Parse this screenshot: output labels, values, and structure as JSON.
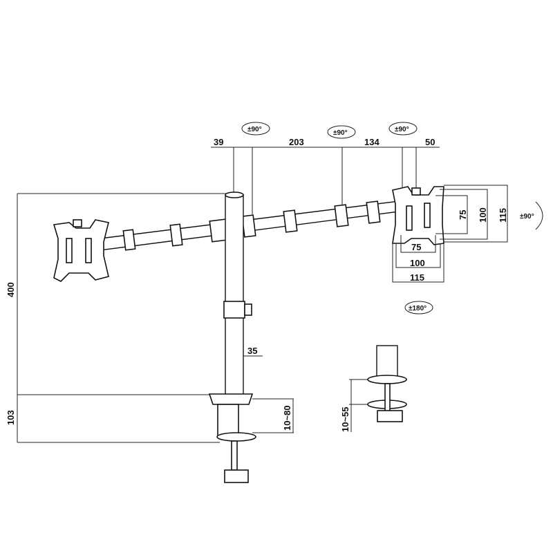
{
  "title": "Dual monitor desk mount dimension drawing",
  "arm_dimensions": [
    "39",
    "203",
    "134",
    "50"
  ],
  "rotations": {
    "joint1": "±90°",
    "joint2": "±90°",
    "joint3": "±90°",
    "tilt": "±90°",
    "swivel": "±180°"
  },
  "vesa": {
    "horizontal": [
      "75",
      "100",
      "115"
    ],
    "vertical": [
      "75",
      "100",
      "115"
    ]
  },
  "pole_height": "400",
  "pole_diameter": "35",
  "clamp_height": "103",
  "clamp_range": "10~80",
  "grommet_range": "10~55",
  "colors": {
    "line": "#111111",
    "background": "#ffffff"
  }
}
